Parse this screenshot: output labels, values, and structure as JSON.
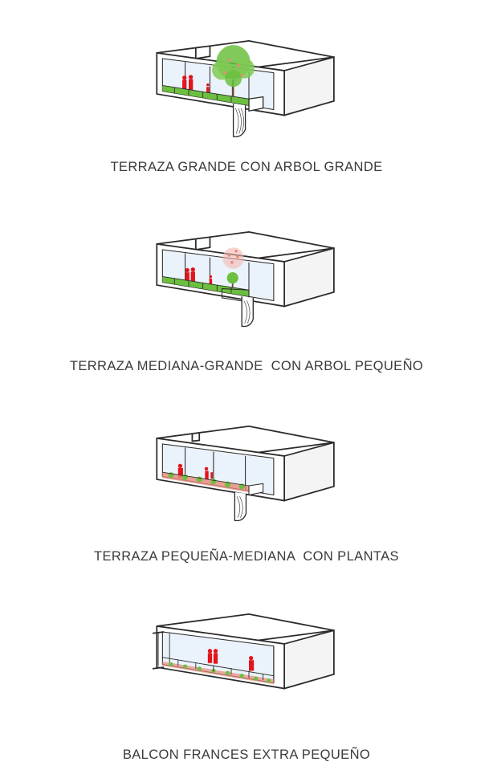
{
  "page": {
    "background": "#ffffff"
  },
  "colors": {
    "line": "#2b2b2b",
    "glass": "#eaf3fb",
    "wall": "#ffffff",
    "side": "#f4f4f4",
    "people": "#e3141b",
    "greenery": "#6cbf3f",
    "flower": "#e88a7a",
    "cable": "#444444"
  },
  "panels": [
    {
      "caption": "TERRAZA GRANDE CON ARBOL GRANDE"
    },
    {
      "caption": "TERRAZA MEDIANA-GRANDE  CON ARBOL PEQUEÑO"
    },
    {
      "caption": "TERRAZA PEQUEÑA-MEDIANA  CON PLANTAS"
    },
    {
      "caption": "BALCON FRANCES EXTRA PEQUEÑO"
    }
  ]
}
